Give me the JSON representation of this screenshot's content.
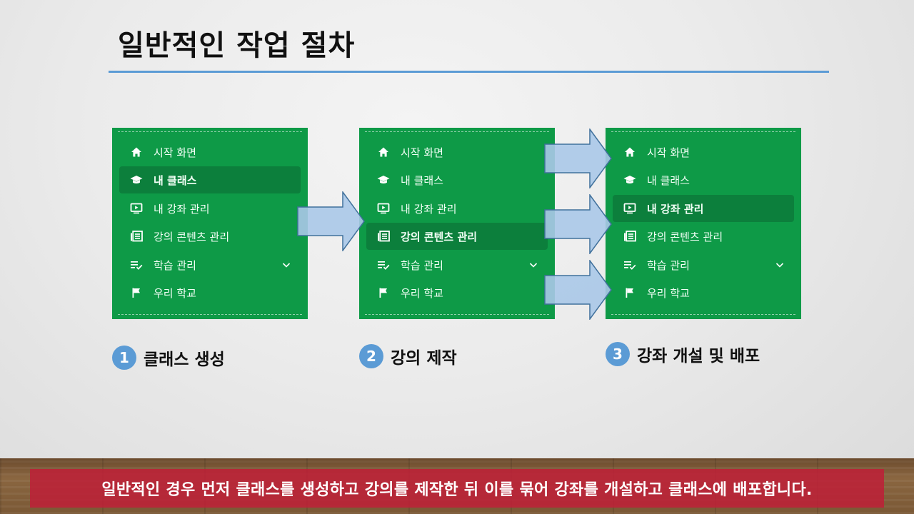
{
  "slide": {
    "title": "일반적인 작업 절차",
    "caption": "일반적인 경우 먼저 클래스를 생성하고 강의를 제작한 뒤 이를 묶어 강좌를 개설하고 클래스에 배포합니다."
  },
  "colors": {
    "panel": "#0e9a47",
    "active_item": "#0c7f3c",
    "accent_blue": "#5b9bd5",
    "caption_bar": "#be1e37"
  },
  "panels": [
    {
      "step_number": "1",
      "step_label": "클래스 생성",
      "active_index": 1,
      "items": [
        {
          "label": "시작 화면",
          "icon": "home-icon"
        },
        {
          "label": "내 클래스",
          "icon": "graduation-cap-icon"
        },
        {
          "label": "내 강좌 관리",
          "icon": "monitor-play-icon"
        },
        {
          "label": "강의 콘텐츠 관리",
          "icon": "content-list-icon"
        },
        {
          "label": "학습 관리",
          "icon": "checklist-icon",
          "has_chevron": true
        },
        {
          "label": "우리 학교",
          "icon": "flag-icon"
        }
      ]
    },
    {
      "step_number": "2",
      "step_label": "강의 제작",
      "active_index": 3,
      "items": [
        {
          "label": "시작 화면",
          "icon": "home-icon"
        },
        {
          "label": "내 클래스",
          "icon": "graduation-cap-icon"
        },
        {
          "label": "내 강좌 관리",
          "icon": "monitor-play-icon"
        },
        {
          "label": "강의 콘텐츠 관리",
          "icon": "content-list-icon"
        },
        {
          "label": "학습 관리",
          "icon": "checklist-icon",
          "has_chevron": true
        },
        {
          "label": "우리 학교",
          "icon": "flag-icon"
        }
      ]
    },
    {
      "step_number": "3",
      "step_label": "강좌 개설 및 배포",
      "active_index": 2,
      "items": [
        {
          "label": "시작 화면",
          "icon": "home-icon"
        },
        {
          "label": "내 클래스",
          "icon": "graduation-cap-icon"
        },
        {
          "label": "내 강좌 관리",
          "icon": "monitor-play-icon"
        },
        {
          "label": "강의 콘텐츠 관리",
          "icon": "content-list-icon"
        },
        {
          "label": "학습 관리",
          "icon": "checklist-icon",
          "has_chevron": true
        },
        {
          "label": "우리 학교",
          "icon": "flag-icon"
        }
      ]
    }
  ]
}
